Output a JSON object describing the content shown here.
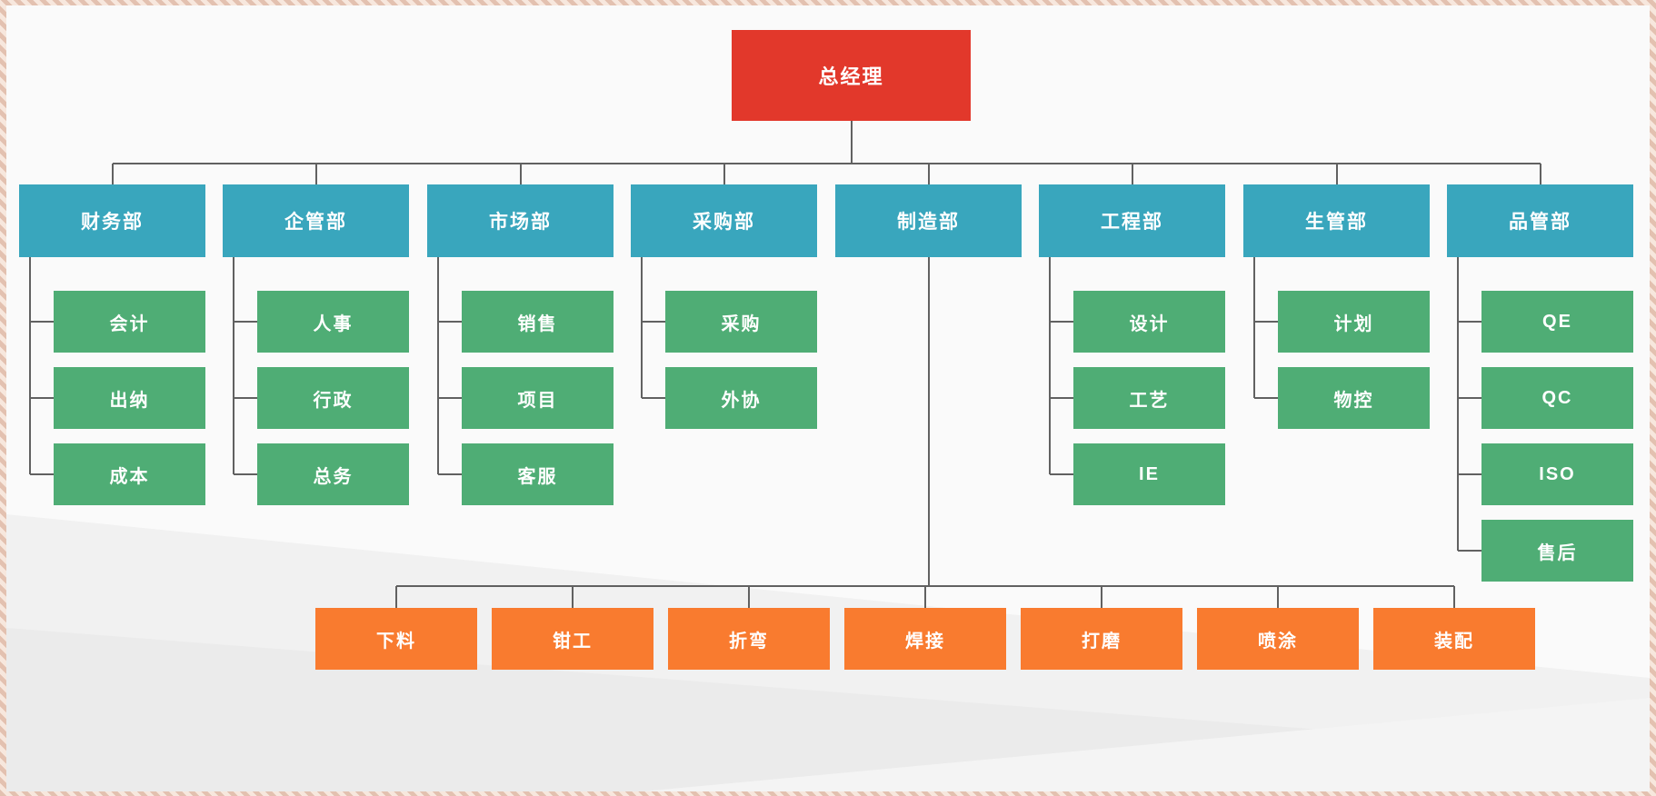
{
  "org_chart": {
    "root": {
      "label": "总经理"
    },
    "departments": [
      {
        "label": "财务部",
        "sections": [
          "会计",
          "出纳",
          "成本"
        ]
      },
      {
        "label": "企管部",
        "sections": [
          "人事",
          "行政",
          "总务"
        ]
      },
      {
        "label": "市场部",
        "sections": [
          "销售",
          "项目",
          "客服"
        ]
      },
      {
        "label": "采购部",
        "sections": [
          "采购",
          "外协"
        ]
      },
      {
        "label": "制造部",
        "sections": [],
        "workshops": [
          "下料",
          "钳工",
          "折弯",
          "焊接",
          "打磨",
          "喷涂",
          "装配"
        ]
      },
      {
        "label": "工程部",
        "sections": [
          "设计",
          "工艺",
          "IE"
        ]
      },
      {
        "label": "生管部",
        "sections": [
          "计划",
          "物控"
        ]
      },
      {
        "label": "品管部",
        "sections": [
          "QE",
          "QC",
          "ISO",
          "售后"
        ]
      }
    ],
    "colors": {
      "root_box": "#e2382b",
      "department_box": "#39a6bd",
      "section_box": "#4fad75",
      "workshop_box": "#f97b2f",
      "connector": "#616161",
      "text": "#ffffff",
      "canvas_background": "#fafafa",
      "frame_border": "#dfc0b0",
      "background_band_1": "#f1f1f1",
      "background_band_2": "#ebebeb",
      "background_band_3": "#f4f4f4"
    }
  }
}
